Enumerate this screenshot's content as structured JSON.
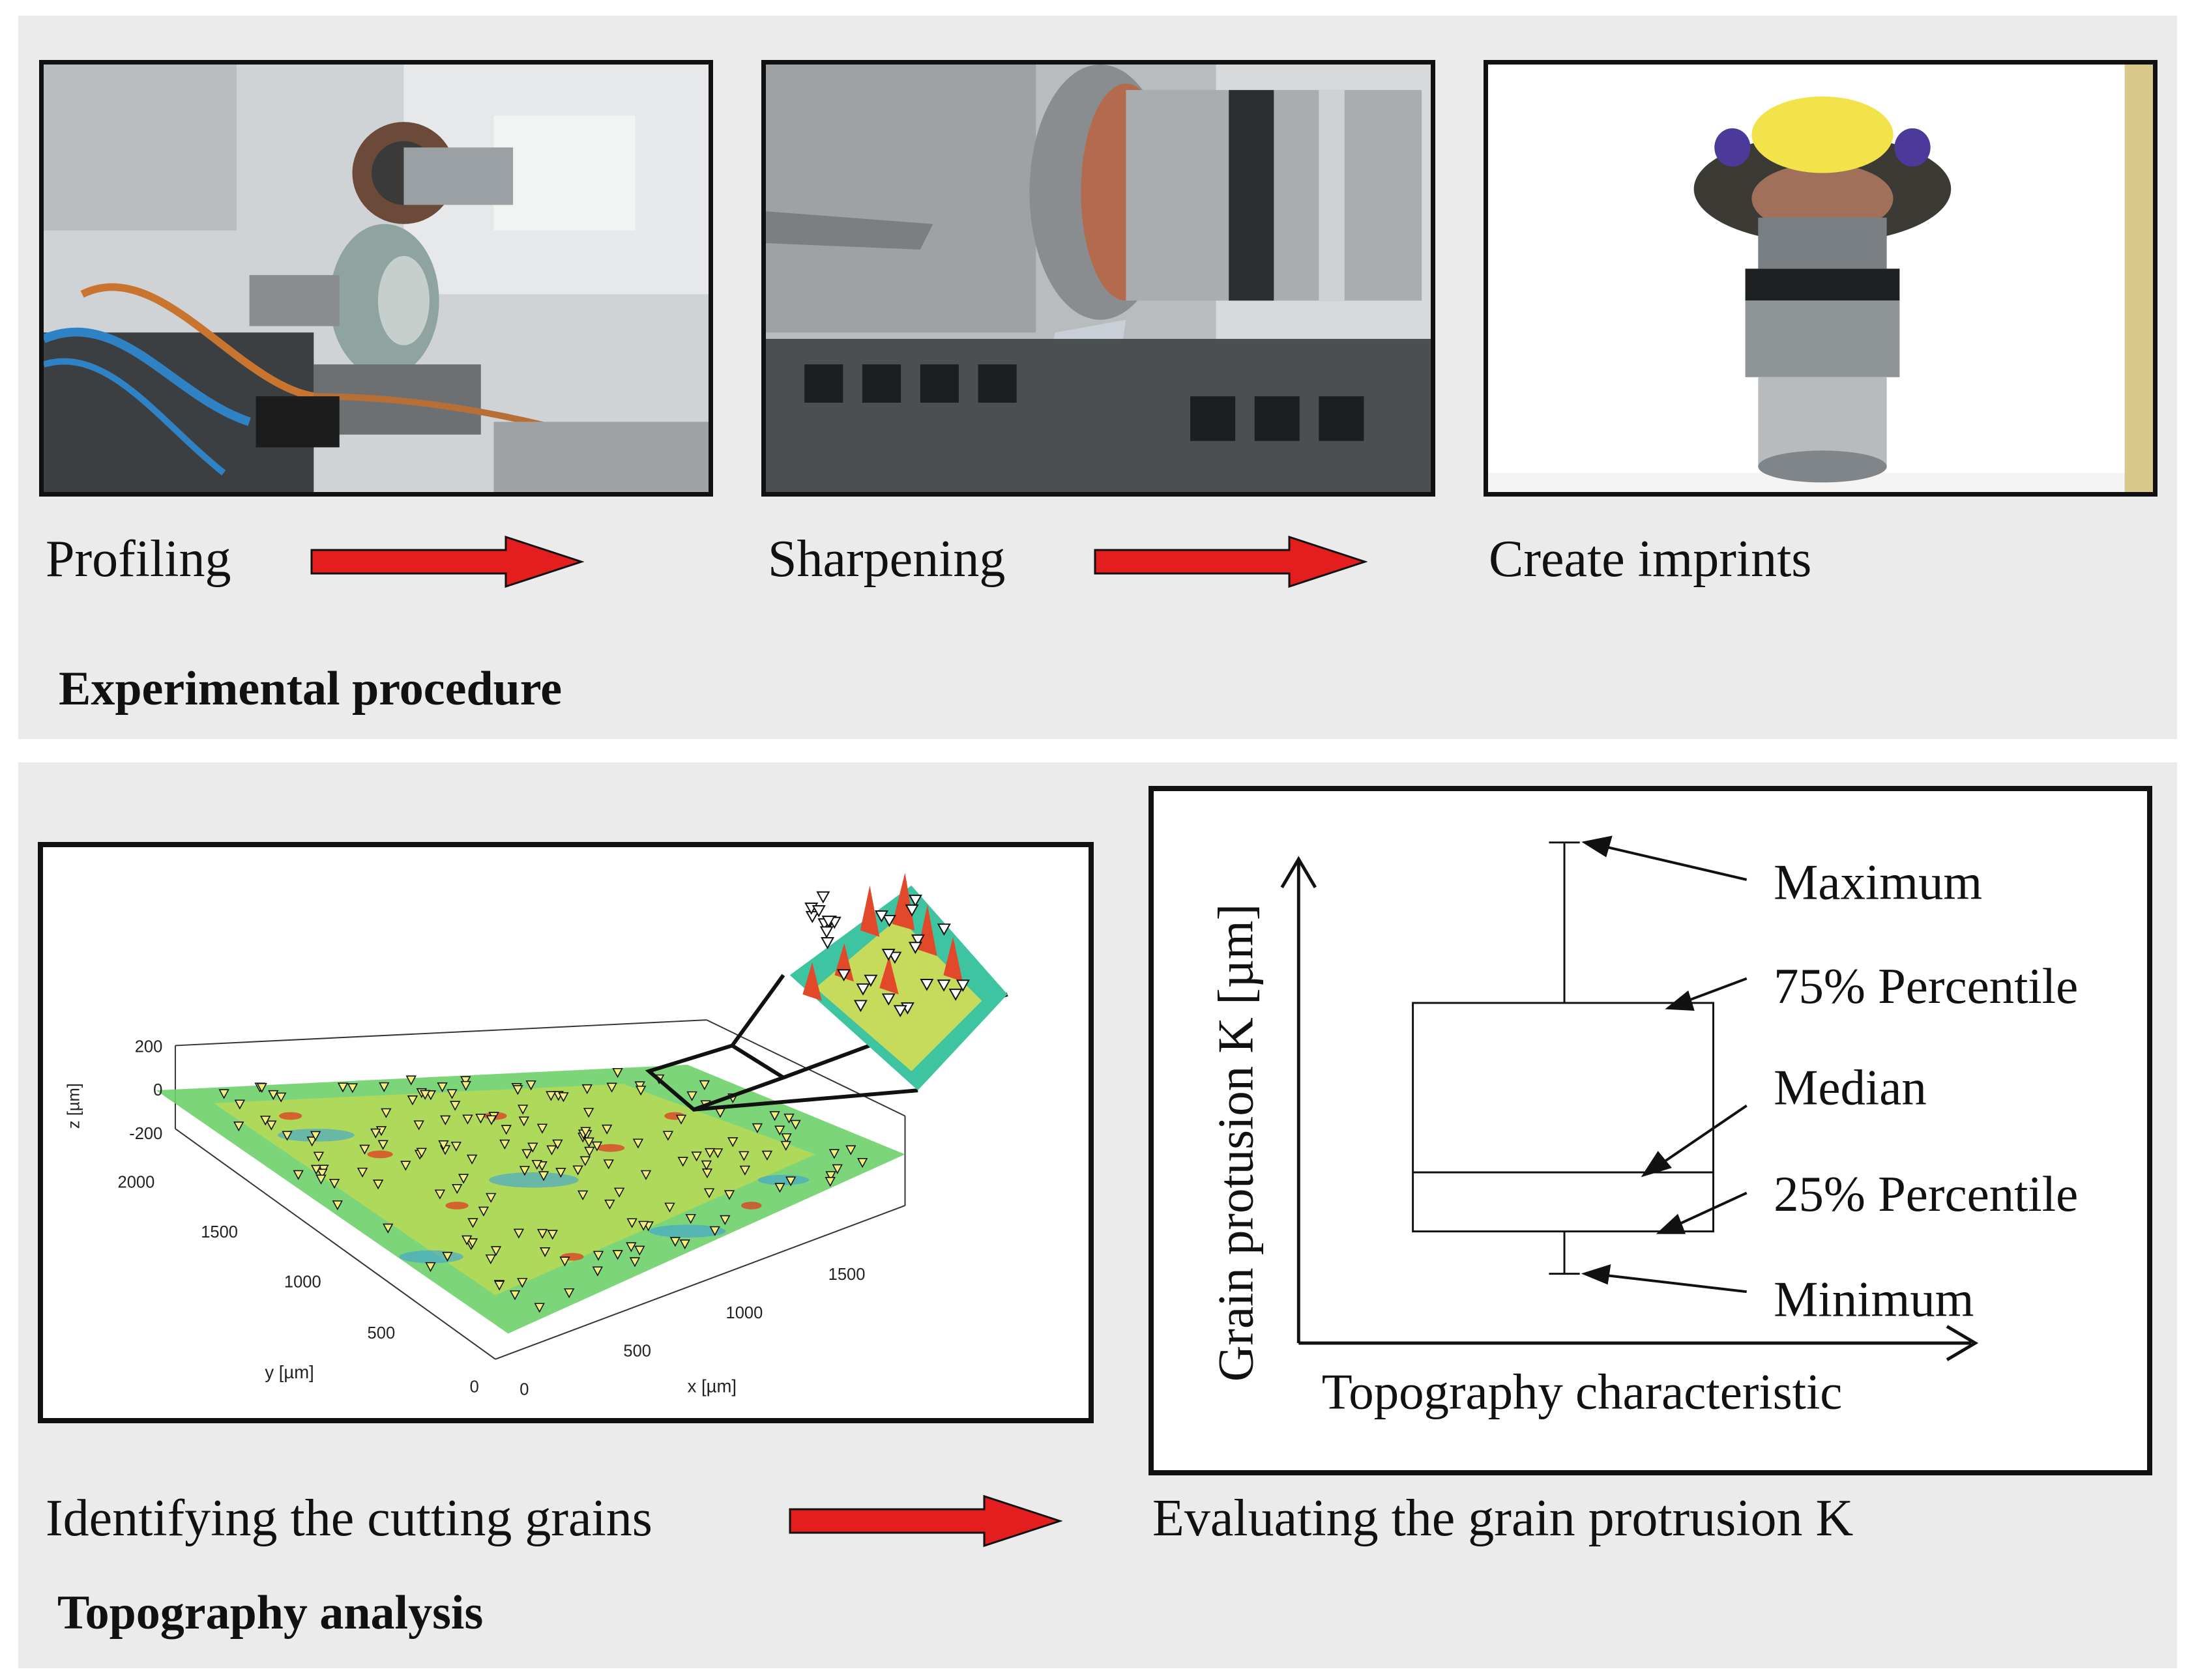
{
  "top_panel": {
    "steps": [
      {
        "label": "Profiling",
        "image": "grinding-machine-profiling-photo"
      },
      {
        "label": "Sharpening",
        "image": "grinding-wheel-sharpening-photo"
      },
      {
        "label": "Create imprints",
        "image": "imprint-on-grinding-wheel-photo"
      }
    ],
    "title": "Experimental procedure"
  },
  "bottom_panel": {
    "left_caption": "Identifying the cutting grains",
    "right_caption": "Evaluating the grain protrusion K",
    "title": "Topography analysis",
    "surface_plot": {
      "z_axis_label": "z [µm]",
      "z_ticks": [
        "200",
        "0",
        "-200"
      ],
      "y_axis_label": "y [µm]",
      "y_ticks": [
        "2000",
        "1500",
        "1000",
        "500",
        "0"
      ],
      "x_axis_label": "x [µm]",
      "x_ticks": [
        "0",
        "500",
        "1000",
        "1500"
      ]
    },
    "box_diagram": {
      "y_axis_label": "Grain protusion K [µm]",
      "x_axis_label": "Topography characteristic",
      "annotations": {
        "maximum": "Maximum",
        "p75": "75% Percentile",
        "median": "Median",
        "p25": "25% Percentile",
        "minimum": "Minimum"
      }
    }
  },
  "colors": {
    "panel_background": "#ebebeb",
    "arrow_fill": "#e41e1e",
    "frame_border": "#111111"
  }
}
